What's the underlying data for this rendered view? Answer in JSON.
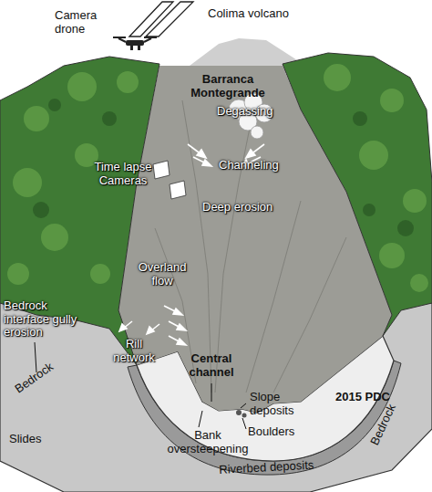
{
  "diagram": {
    "labels": [
      "Camera drone",
      "Colima volcano",
      "Barranca Montegrande",
      "Degassing",
      "Channeling",
      "Time lapse Cameras",
      "Deep erosion",
      "Overland flow",
      "Bedrock interface gully erosion",
      "Rill network",
      "Central channel",
      "Bedrock",
      "Slides",
      "Slope deposits",
      "Boulders",
      "2015 PDC",
      "Bank oversteepening",
      "Riverbed deposits",
      "Bedrock"
    ]
  }
}
